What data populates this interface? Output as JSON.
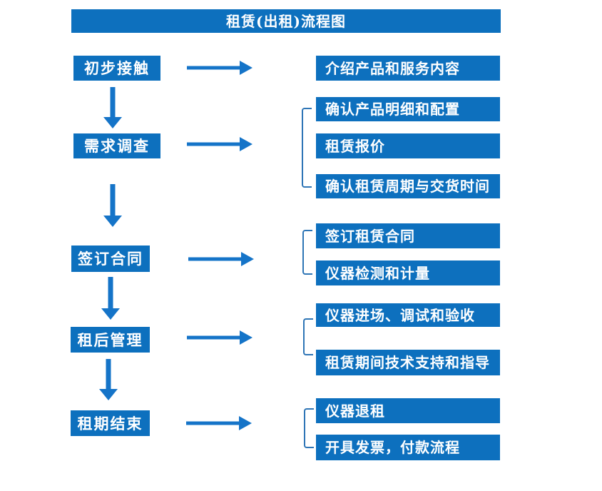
{
  "title": "租赁(出租)流程图",
  "flow": {
    "stages": [
      {
        "label": "初步接触",
        "details": [
          "介绍产品和服务内容"
        ]
      },
      {
        "label": "需求调查",
        "details": [
          "确认产品明细和配置",
          "租赁报价",
          "确认租赁周期与交货时间"
        ]
      },
      {
        "label": "签订合同",
        "details": [
          "签订租赁合同",
          "仪器检测和计量"
        ]
      },
      {
        "label": "租后管理",
        "details": [
          "仪器进场、调试和验收",
          "租赁期间技术支持和指导"
        ]
      },
      {
        "label": "租期结束",
        "details": [
          "仪器退租",
          "开具发票，付款流程"
        ]
      }
    ]
  },
  "colors": {
    "box_blue": "#0d70be",
    "arrow_blue": "#1574c8",
    "bracket_blue": "#2e75b6",
    "text_white": "#ffffff",
    "background": "#ffffff"
  }
}
